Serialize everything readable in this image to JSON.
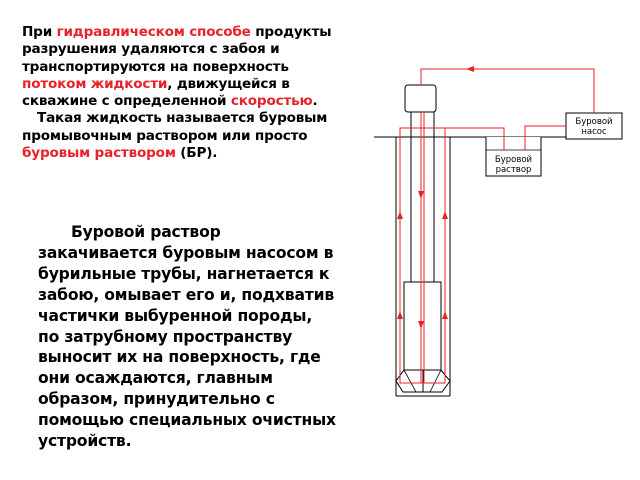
{
  "text_block_1": {
    "s1": "При ",
    "s2": "гидравлическом способе",
    "s3": " продукты разрушения удаляются с забоя и транспортируются на поверхность ",
    "s4": "потоком жидкости",
    "s5": ", движущейся в скважине с определенной ",
    "s6": "скоростью",
    "s7": ".",
    "s8": "Такая жидкость называется буровым промывочным раствором или просто ",
    "s9": "буровым раствором",
    "s10": " (БР)."
  },
  "text_block_2": "Буровой раствор закачивается буровым насосом в бурильные трубы, нагнетается к забою, омывает его и, подхватив частички выбуренной породы, по затрубному пространству выносит их на поверхность, где они осаждаются, главным образом, принудительно с помощью специальных очистных устройств.",
  "diagram": {
    "pump_label_line1": "Буровой",
    "pump_label_line2": "насос",
    "tank_label_line1": "Буровой",
    "tank_label_line2": "раствор",
    "flow_color": "#e8222a",
    "line_color": "#000000"
  }
}
